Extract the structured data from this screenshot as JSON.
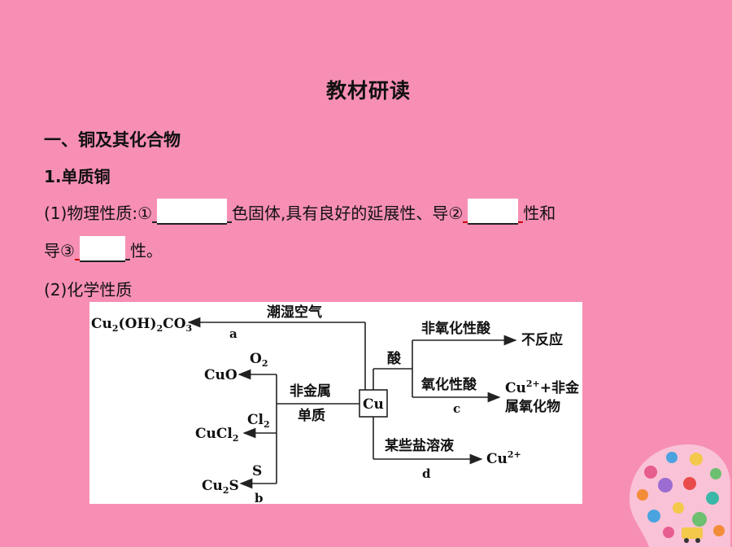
{
  "title": "教材研读",
  "section": {
    "heading": "一、铜及其化合物",
    "sub": "1.单质铜"
  },
  "physical": {
    "prefix": "(1)物理性质:①",
    "after_blank1": "色固体,具有良好的延展性、导②",
    "after_blank2": "性和",
    "line2_prefix": "导③",
    "line2_suffix": "性。"
  },
  "chemical": {
    "heading": "(2)化学性质"
  },
  "diagram": {
    "center": "Cu",
    "nonmetal_label_1": "非金属",
    "nonmetal_label_2": "单质",
    "humid_air": "潮湿空气",
    "product_a_main": "Cu",
    "product_a_sub1": "2",
    "product_a_mid": "(OH)",
    "product_a_sub2": "2",
    "product_a_end": "CO",
    "product_a_sub3": "3",
    "label_a": "a",
    "o2_main": "O",
    "o2_sub": "2",
    "cuo": "CuO",
    "cl2_main": "Cl",
    "cl2_sub": "2",
    "cucl2_main": "CuCl",
    "cucl2_sub": "2",
    "s": "S",
    "cu2s_main": "Cu",
    "cu2s_sub": "2",
    "cu2s_end": "S",
    "label_b": "b",
    "acid": "酸",
    "non_oxidizing_acid": "非氧化性酸",
    "no_reaction": "不反应",
    "oxidizing_acid": "氧化性酸",
    "product_c_ion": "Cu",
    "product_c_charge": "2+",
    "product_c_rest1": "+非金",
    "product_c_rest2": "属氧化物",
    "label_c": "c",
    "salt_solution": "某些盐溶液",
    "product_d_ion": "Cu",
    "product_d_charge": "2+",
    "label_d": "d"
  }
}
